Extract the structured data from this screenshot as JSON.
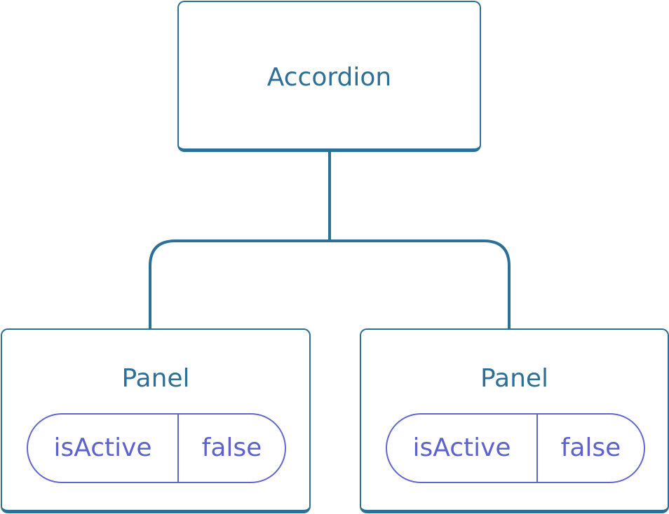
{
  "diagram": {
    "root": {
      "label": "Accordion"
    },
    "children": [
      {
        "label": "Panel",
        "state": {
          "name": "isActive",
          "value": "false"
        }
      },
      {
        "label": "Panel",
        "state": {
          "name": "isActive",
          "value": "false"
        }
      }
    ]
  },
  "colors": {
    "component_border": "#2c6f97",
    "component_text": "#2e6f98",
    "state_border": "#6266cf",
    "state_text": "#5d62cc",
    "background": "#ffffff"
  }
}
